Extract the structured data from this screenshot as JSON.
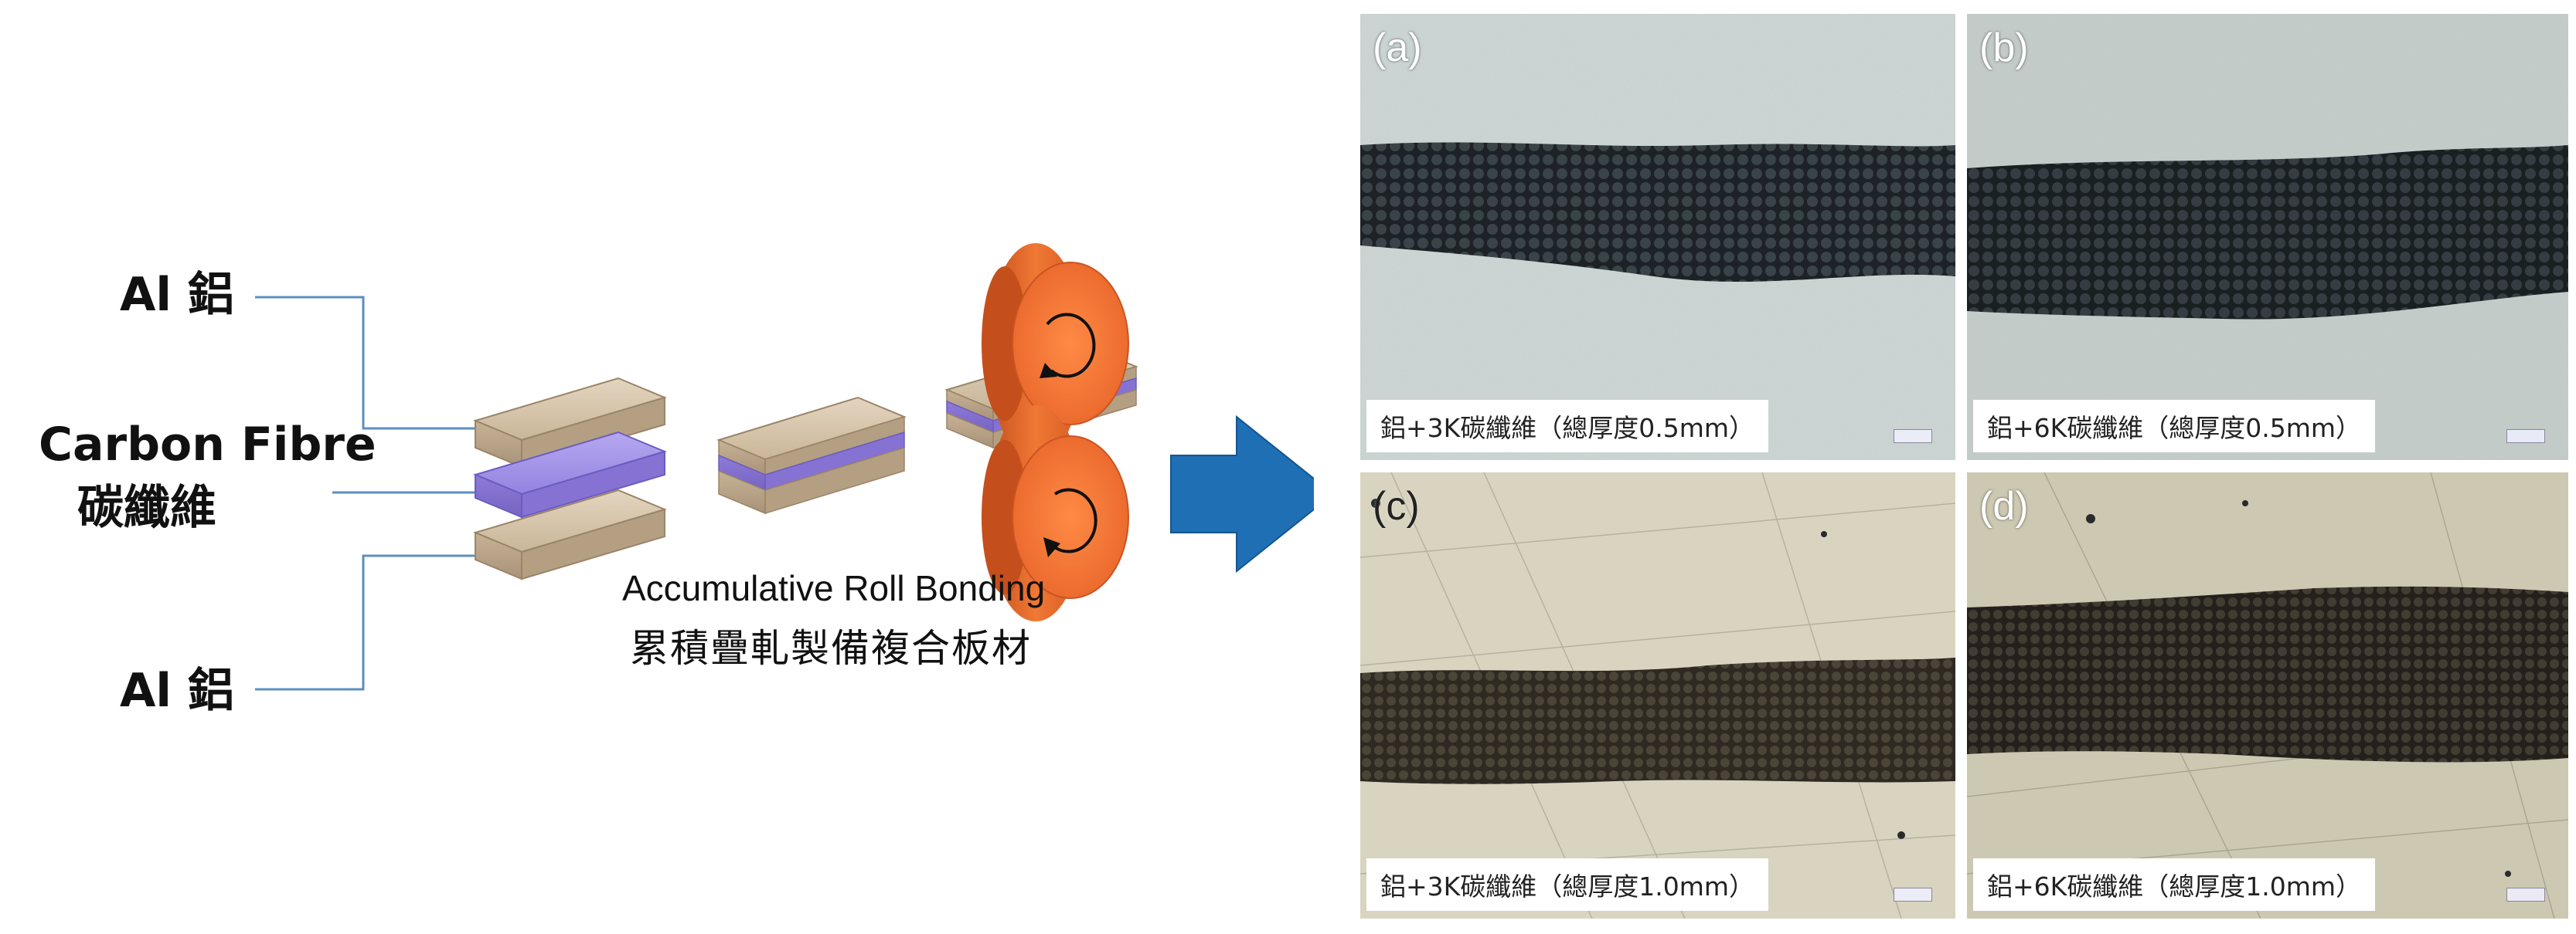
{
  "schematic": {
    "label_al_top": "Al 鋁",
    "label_carbon_en": "Carbon Fibre",
    "label_carbon_zh": "碳纖維",
    "label_al_bottom": "Al 鋁",
    "caption_en": "Accumulative Roll Bonding",
    "caption_zh": "累積疊軋製備複合板材"
  },
  "panels": [
    {
      "tag": "(a)",
      "caption": "鋁+3K碳纖維（總厚度0.5mm）"
    },
    {
      "tag": "(b)",
      "caption": "鋁+6K碳纖維（總厚度0.5mm）"
    },
    {
      "tag": "(c)",
      "caption": "鋁+3K碳纖維（總厚度1.0mm）"
    },
    {
      "tag": "(d)",
      "caption": "鋁+6K碳纖維（總厚度1.0mm）"
    }
  ],
  "colors": {
    "aluminium": "#c8b49a",
    "carbon_fibre": "#9a88e0",
    "roller": "#f07030",
    "arrow": "#1f6fb5",
    "leader_line": "#5b8fc0"
  }
}
